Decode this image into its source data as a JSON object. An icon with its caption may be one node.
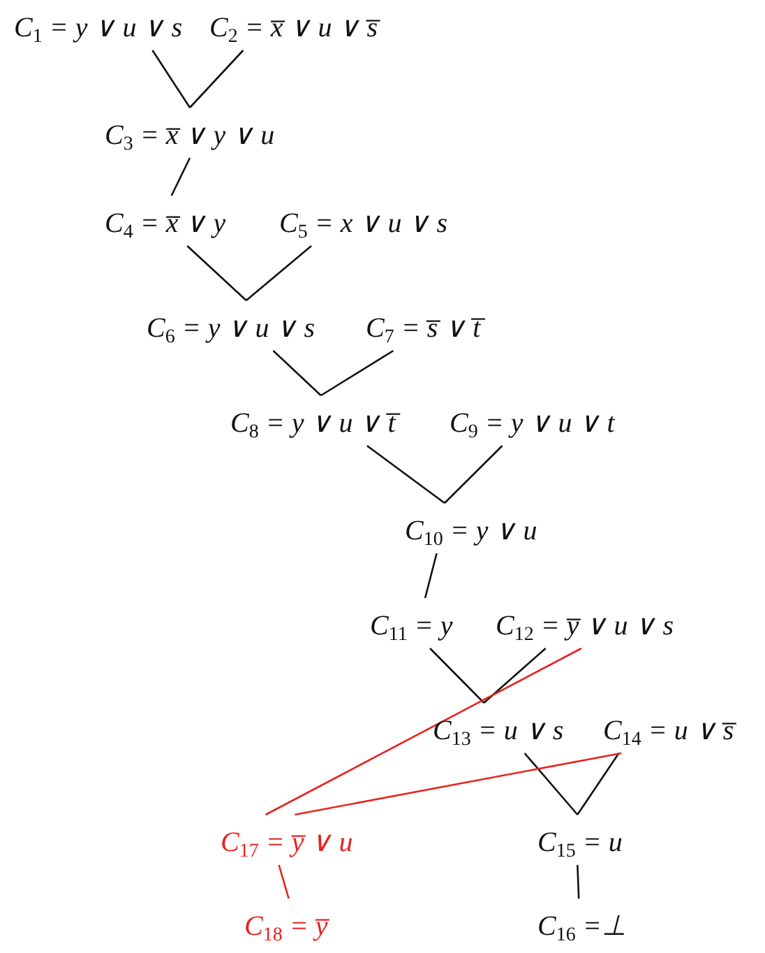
{
  "diagram": {
    "nodes": [
      {
        "text": [
          "C$_{1}$ = y ∨ u ∨ s"
        ]
      },
      {
        "text": [
          "C$_{2}$ = x̅ ∨ u ∨ s̅"
        ]
      },
      {
        "text": [
          "C$_{3}$ = x̅ ∨ y ∨ u"
        ]
      },
      {
        "text": [
          "C$_{4}$ = x̅ ∨ y"
        ]
      },
      {
        "text": [
          "C$_{5}$ = x ∨ u ∨ s"
        ]
      },
      {
        "text": [
          "C$_{6}$ = y ∨ u ∨ s"
        ]
      },
      {
        "text": [
          "C$_{7}$ = s̅ ∨ t̅"
        ]
      },
      {
        "text": [
          "C$_{8}$ = y ∨ u ∨ t̅"
        ]
      },
      {
        "text": [
          "C$_{9}$ = y ∨ u ∨ t"
        ]
      },
      {
        "text": [
          "C$_{10}$ = y ∨ u"
        ]
      },
      {
        "text": [
          "C$_{11}$ = y"
        ]
      },
      {
        "text": [
          "C$_{12}$ = y̅ ∨ u ∨ s"
        ]
      },
      {
        "text": [
          "C$_{13}$ = u ∨ s"
        ]
      },
      {
        "text": [
          "C$_{14}$ = u ∨ s̅"
        ]
      },
      {
        "text": [
          "C$_{17}$ = y̅ ∨ u"
        ]
      },
      {
        "text": [
          "C$_{15}$ = u"
        ]
      },
      {
        "text": [
          "C$_{18}$ = y̅"
        ]
      },
      {
        "text": [
          "C$_{16}$ =⊥"
        ]
      }
    ],
    "edges": [
      {
        "from": 0,
        "to": 2,
        "arrow": "none"
      },
      {
        "from": 1,
        "to": 2,
        "arrow": "none"
      },
      {
        "from": 2,
        "to": 3,
        "arrow": "none"
      },
      {
        "from": 3,
        "to": 5,
        "arrow": "none"
      },
      {
        "from": 4,
        "to": 5,
        "arrow": "none"
      },
      {
        "from": 5,
        "to": 7,
        "arrow": "none"
      },
      {
        "from": 6,
        "to": 7,
        "arrow": "none"
      },
      {
        "from": 7,
        "to": 9,
        "arrow": "none"
      },
      {
        "from": 8,
        "to": 9,
        "arrow": "none"
      },
      {
        "from": 9,
        "to": 10,
        "arrow": "none"
      },
      {
        "from": 10,
        "to": 12,
        "arrow": "none"
      },
      {
        "from": 11,
        "to": 12,
        "arrow": "none"
      },
      {
        "from": 12,
        "to": 15,
        "arrow": "none"
      },
      {
        "from": 13,
        "to": 15,
        "arrow": "none"
      },
      {
        "from": 15,
        "to": 17,
        "arrow": "none"
      },
      {
        "from": 11,
        "to": 14,
        "arrow": "none",
        "color": "#e8231f"
      },
      {
        "from": 13,
        "to": 14,
        "arrow": "none",
        "color": "#e8231f"
      },
      {
        "from": 14,
        "to": 16,
        "arrow": "none",
        "color": "#e8231f"
      }
    ]
  }
}
